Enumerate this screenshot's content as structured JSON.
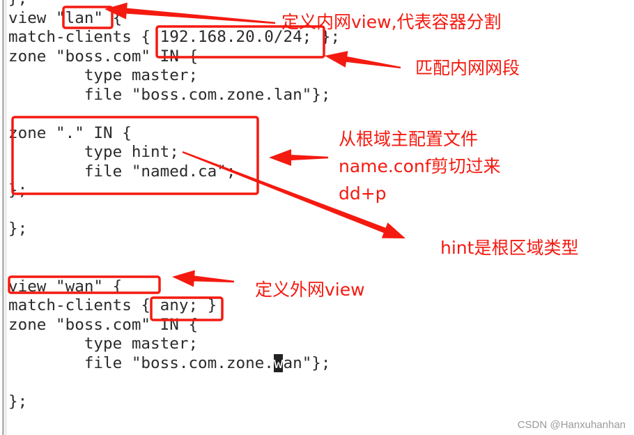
{
  "editor": {
    "lines": [
      "};",
      "view \"lan\" {",
      "match-clients { 192.168.20.0/24; };",
      "zone \"boss.com\" IN {",
      "        type master;",
      "        file \"boss.com.zone.lan\"};",
      "",
      "zone \".\" IN {",
      "        type hint;",
      "        file \"named.ca\";",
      "};",
      "",
      "};",
      "",
      "",
      "view \"wan\" {",
      "match-clients { any; }",
      "zone \"boss.com\" IN {",
      "        type master;"
    ],
    "cursor_line": {
      "before": "        file \"boss.com.zone.",
      "cursor_char": "w",
      "after": "an\"};"
    },
    "trailing_lines": [
      "",
      "};"
    ]
  },
  "annotations": {
    "view_lan": "定义内网view,代表容器分割",
    "match_lan": "匹配内网网段",
    "root_zone": [
      "从根域主配置文件",
      "name.conf剪切过来",
      "dd+p"
    ],
    "hint": "hint是根区域类型",
    "view_wan": "定义外网view"
  },
  "watermark": "CSDN @Hanxuhanhan",
  "colors": {
    "annotation": "#f41a10",
    "code": "#2b2b2b"
  }
}
